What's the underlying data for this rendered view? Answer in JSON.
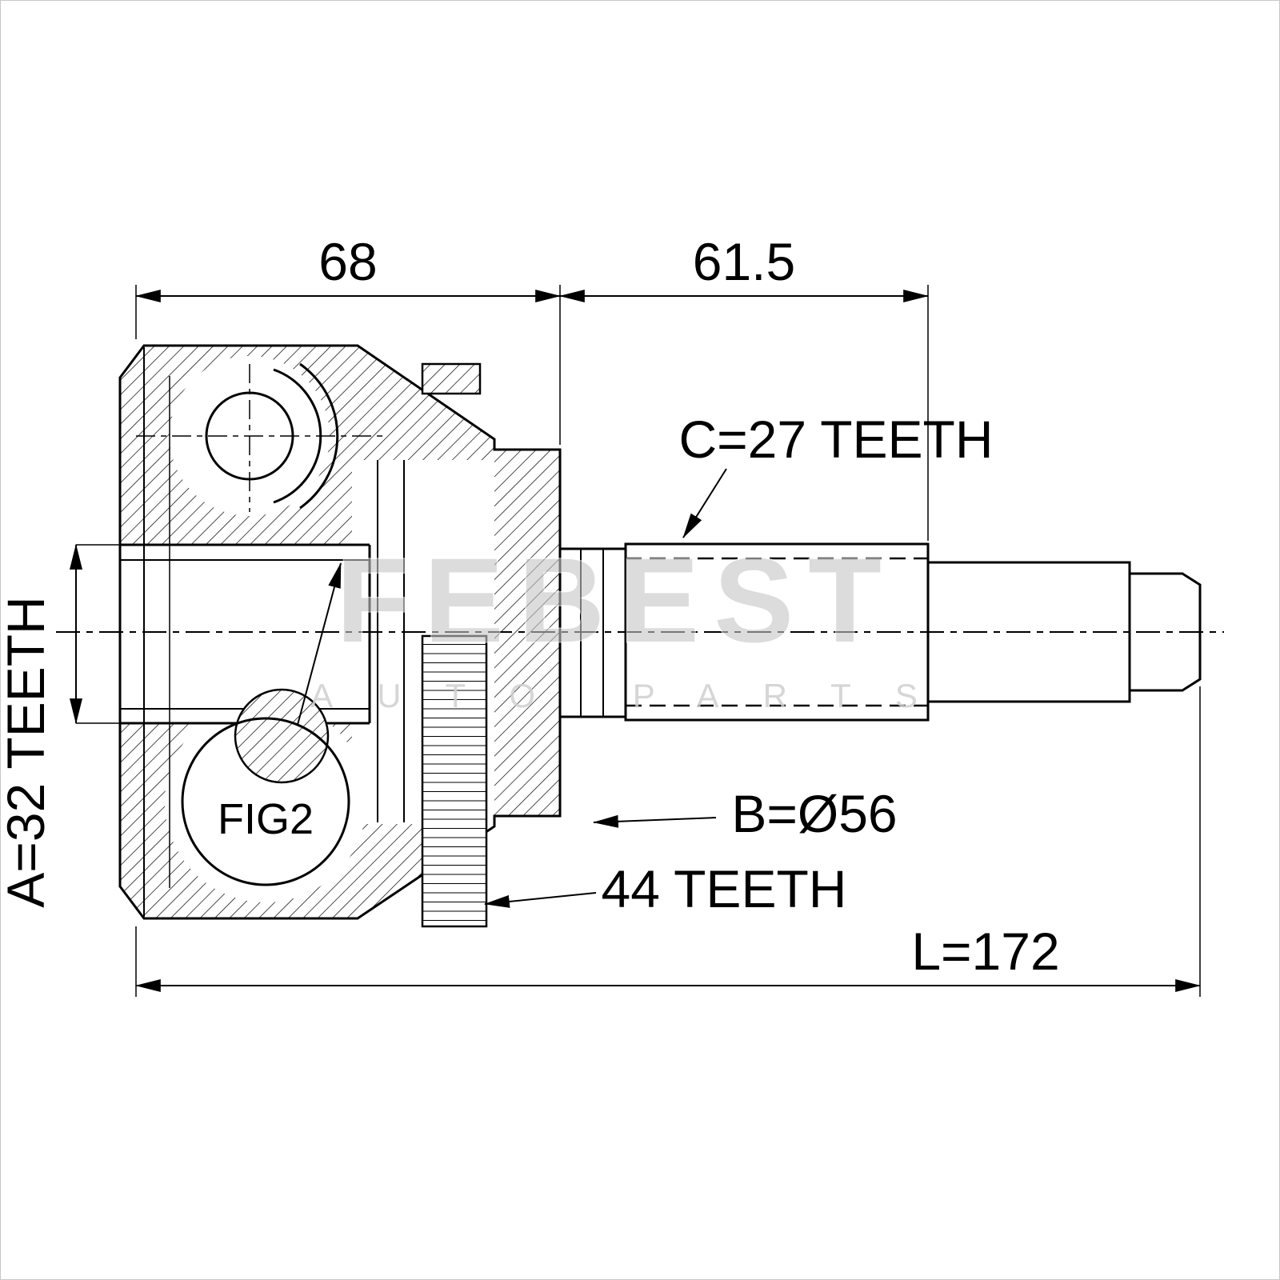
{
  "page": {
    "background": "#ffffff",
    "border_color": "#c8c8c8",
    "line_color": "#000000",
    "watermark_color": "#c6c6c6"
  },
  "drawing": {
    "dim_top_left": "68",
    "dim_top_right": "61.5",
    "dim_overall": "L=172",
    "label_inner_spline": "A=32 TEETH",
    "label_shaft_spline": "C=27 TEETH",
    "label_ring_diameter": "B=Ø56",
    "label_ring_teeth": "44 TEETH",
    "callout_fig": "FIG2",
    "watermark_main": "FEBEST",
    "watermark_sub": "AUTO PARTS"
  }
}
